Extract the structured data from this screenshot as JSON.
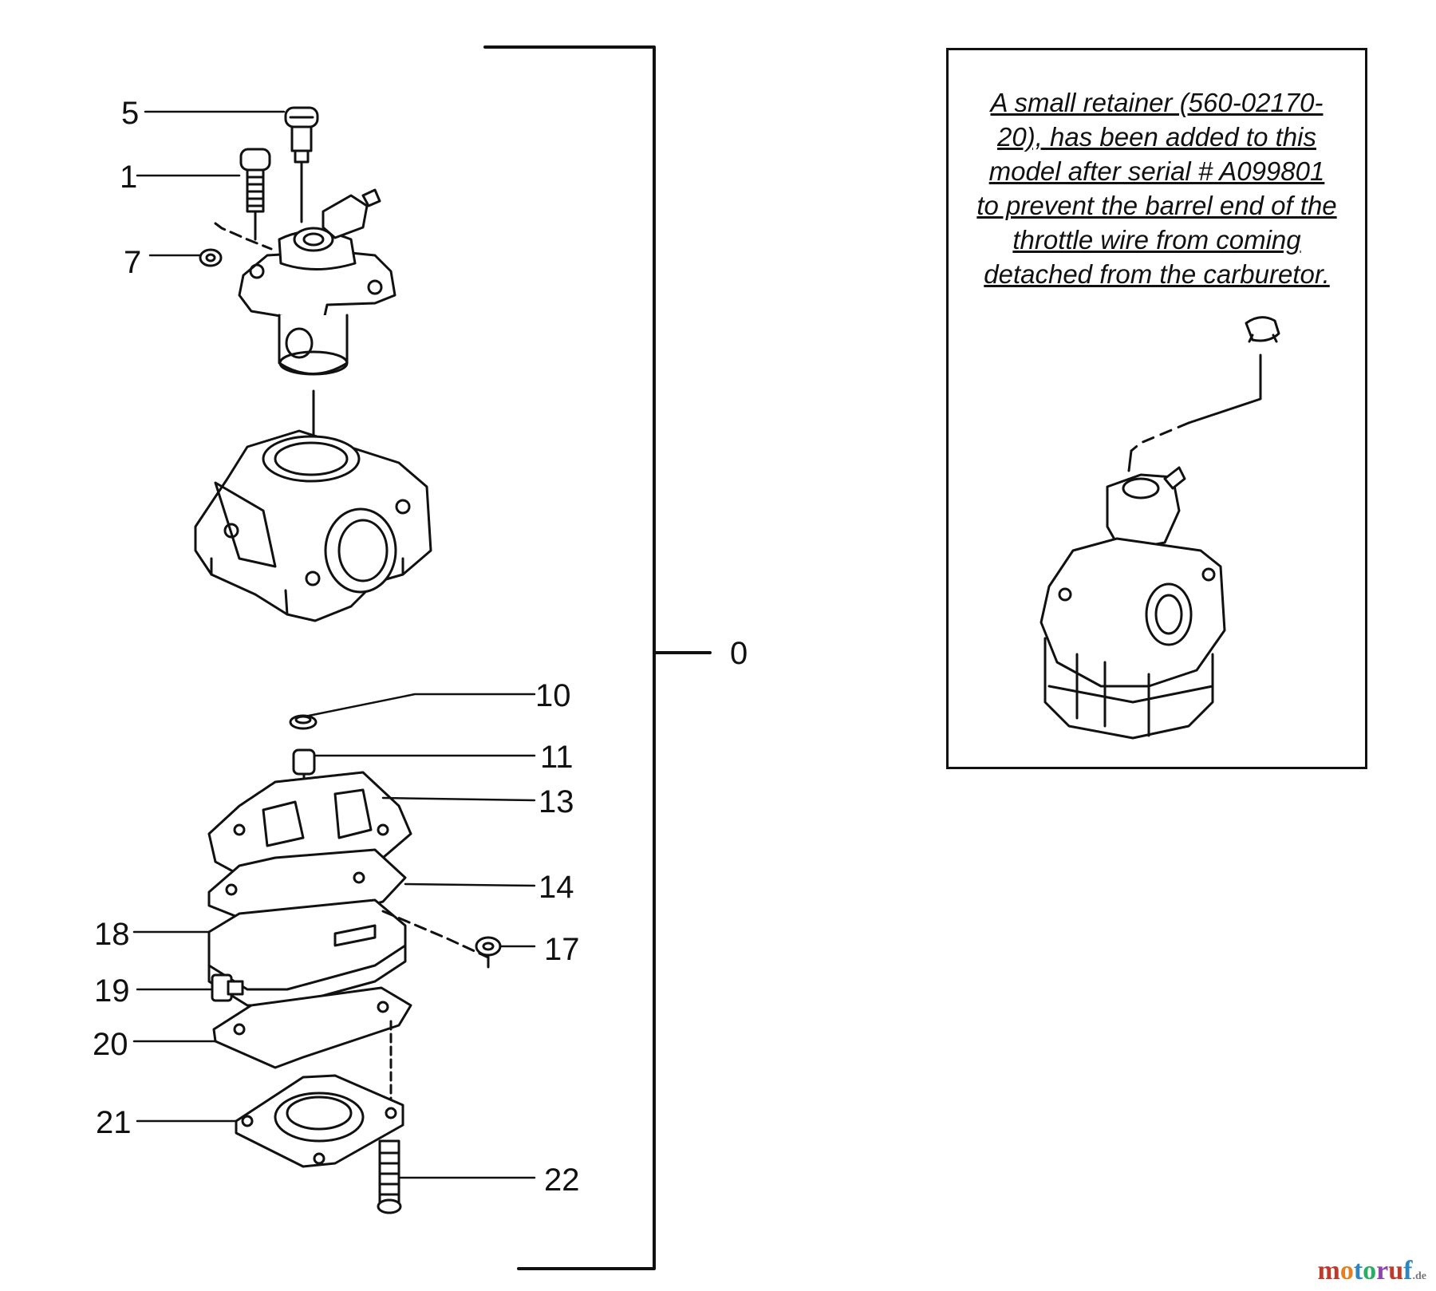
{
  "callouts": {
    "c0": "0",
    "c1": "1",
    "c5": "5",
    "c7": "7",
    "c10": "10",
    "c11": "11",
    "c13": "13",
    "c14": "14",
    "c17": "17",
    "c18": "18",
    "c19": "19",
    "c20": "20",
    "c21": "21",
    "c22": "22"
  },
  "note": {
    "lines": [
      "A small retainer (560-02170-",
      "20), has been added to this",
      "model after serial # A099801",
      "to prevent the barrel end of the",
      "throttle wire from coming",
      "detached from the carburetor."
    ]
  },
  "watermark": {
    "brand": "motoruf",
    "suffix": ".de",
    "colors": [
      "#c0392b",
      "#e67e22",
      "#2e86c1",
      "#27ae60",
      "#8e44ad",
      "#c0392b",
      "#2e86c1"
    ]
  }
}
